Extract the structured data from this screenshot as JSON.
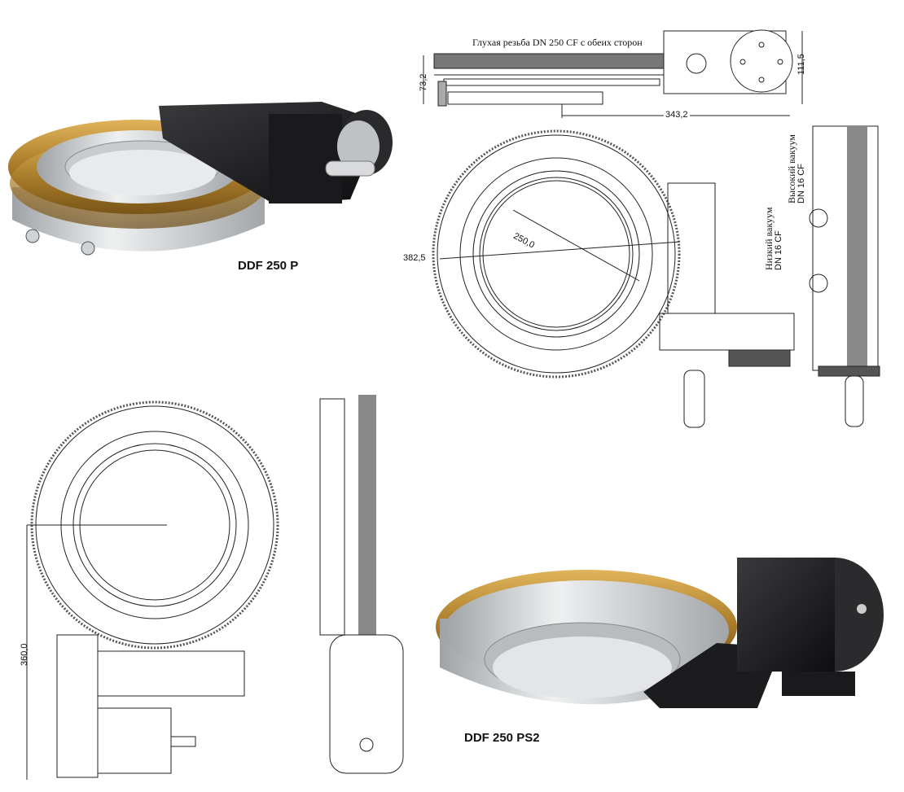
{
  "products": {
    "top_render_label": "DDF 250 P",
    "bottom_render_label": "DDF 250 PS2"
  },
  "top_view": {
    "note": "Глухая резьба DN 250 CF с обеих сторон",
    "dim_height_left": "73,2",
    "dim_height_right": "111,5",
    "dim_length": "343,2"
  },
  "front_view": {
    "dim_inner_diameter": "250,0",
    "dim_outer_diameter": "382,5"
  },
  "side_view": {
    "port_high_vacuum": {
      "line1": "Высокий вакуум",
      "line2": "DN 16 CF"
    },
    "port_low_vacuum": {
      "line1": "Низкий вакуум",
      "line2": "DN 16 CF"
    }
  },
  "bottom_view": {
    "dim_height": "360,0"
  },
  "colors": {
    "brass": "#b8862e",
    "steel": "#d4d6d8",
    "housing": "#1c1c1e",
    "line": "#222222"
  }
}
